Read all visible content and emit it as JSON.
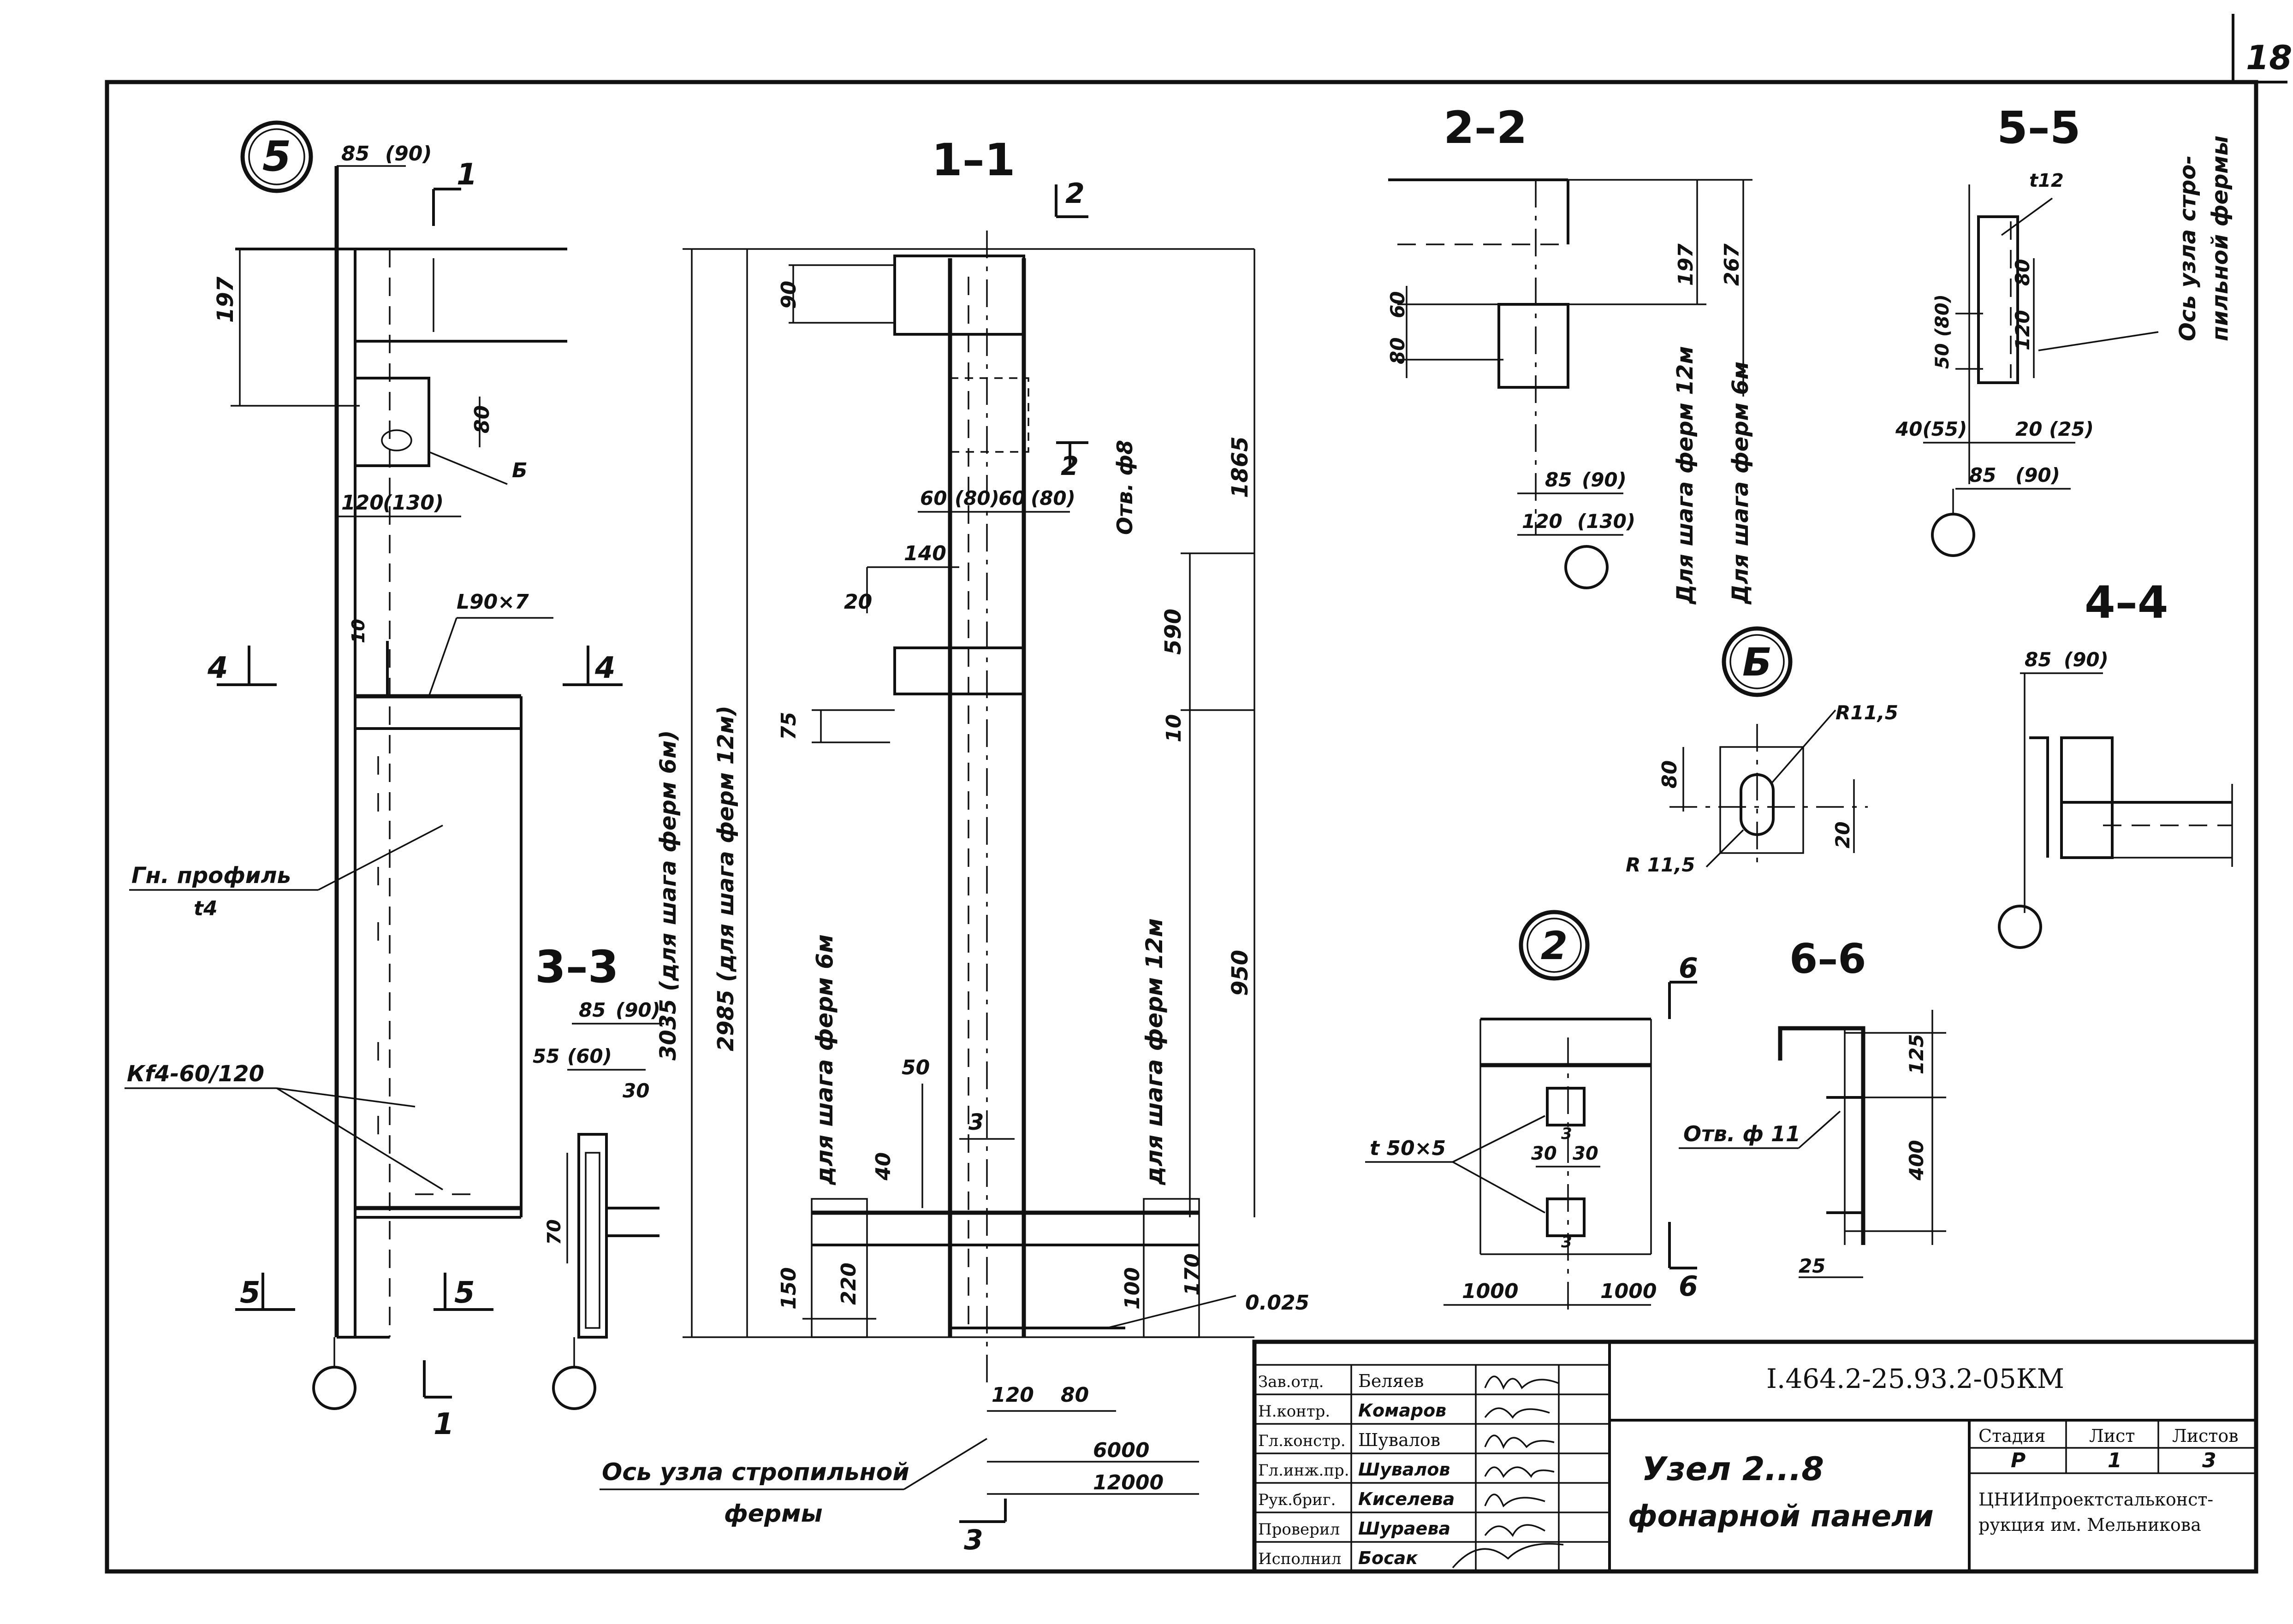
{
  "sheet": {
    "page_number": "18"
  },
  "node_5": {
    "marker": "5",
    "dims": [
      "85",
      "(90)",
      "197",
      "80",
      "120",
      "(130)",
      "10"
    ],
    "section_marks": [
      "1",
      "1",
      "4",
      "4",
      "5",
      "5"
    ],
    "callouts": {
      "angle": "L90×7",
      "detail_ref": "Б",
      "profile_line1": "Гн. профиль",
      "profile_line2": "t4",
      "weld": "Кf4-60/120"
    }
  },
  "section_1_1": {
    "title": "1–1",
    "section_marks": [
      "2",
      "2",
      "3",
      "3"
    ],
    "dims_top": [
      "60",
      "(80)",
      "60",
      "(80)",
      "Отв. ф8"
    ],
    "dims_left": [
      "90",
      "140",
      "20",
      "75",
      "50",
      "40",
      "150",
      "220"
    ],
    "dims_right": [
      "1865",
      "590",
      "10",
      "950",
      "100",
      "170"
    ],
    "dim_bottom": [
      "3",
      "120",
      "80",
      "6000",
      "12000"
    ],
    "slope": "0.025",
    "overall_6m": "3035 (для шага ферм 6м)",
    "overall_12m": "2985 (для шага ферм 12м)",
    "note_left": "для шага ферм 6м",
    "note_right": "для шага ферм 12м",
    "axis_line1": "Ось узла стропильной",
    "axis_line2": "фермы"
  },
  "section_3_3": {
    "title": "3–3",
    "dims": [
      "85",
      "(90)",
      "55",
      "(60)",
      "30",
      "70"
    ]
  },
  "section_2_2": {
    "title": "2–2",
    "dims": [
      "80",
      "60",
      "197",
      "267",
      "85",
      "(90)",
      "120",
      "(130)"
    ],
    "note_12m": "Для шага ферм 12м",
    "note_6m": "Для шага ферм 6м"
  },
  "section_5_5": {
    "title": "5–5",
    "dims": [
      "t12",
      "80",
      "120",
      "50 (80)",
      "40(55)",
      "20 (25)",
      "85",
      "(90)"
    ],
    "axis_line1": "Ось узла стро-",
    "axis_line2": "пильной фермы"
  },
  "section_4_4": {
    "title": "4–4",
    "dims": [
      "85",
      "(90)"
    ]
  },
  "detail_B": {
    "marker": "Б",
    "dims": [
      "R11,5",
      "R 11,5",
      "80",
      "20"
    ]
  },
  "node_2": {
    "marker": "2",
    "section_marks": [
      "6",
      "6"
    ],
    "dims": [
      "t 50×5",
      "3",
      "30",
      "30",
      "3",
      "1000",
      "1000"
    ]
  },
  "section_6_6": {
    "title": "6–6",
    "dims": [
      "125",
      "400",
      "25"
    ],
    "hole": "Отв. ф 11"
  },
  "title_block": {
    "doc_code": "I.464.2-25.93.2-05КМ",
    "title_line1": "Узел  2...8",
    "title_line2": "фонарной панели",
    "stage_header": "Стадия",
    "sheet_header": "Лист",
    "sheets_header": "Листов",
    "stage": "Р",
    "sheet": "1",
    "sheets": "3",
    "org_line1": "ЦНИИпроектстальконст-",
    "org_line2": "рукция им. Мельникова",
    "roles": [
      "Зав.отд.",
      "Н.контр.",
      "Гл.констр.",
      "Гл.инж.пр.",
      "Рук.бриг.",
      "Проверил",
      "Исполнил"
    ],
    "names": [
      "Беляев",
      "Комаров",
      "Шувалов",
      "Шувалов",
      "Киселева",
      "Шураева",
      "Босак"
    ]
  }
}
